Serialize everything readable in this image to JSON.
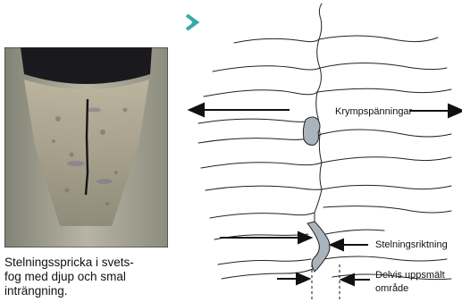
{
  "photo_caption": "Stelningsspricka i svets-\nfog med djup och smal\ninträngning.",
  "labels": {
    "shrinkage": "Krympspänningar",
    "solidification_direction": "Stelningsriktning",
    "partially_melted": "Delvis uppsmält",
    "area": "område"
  },
  "colors": {
    "accent": "#3aa9a5",
    "crack_fill": "#a9b4bd",
    "weld_bead": "#1a1a1e"
  },
  "icons": {
    "chevron": "chevron-right-icon"
  }
}
